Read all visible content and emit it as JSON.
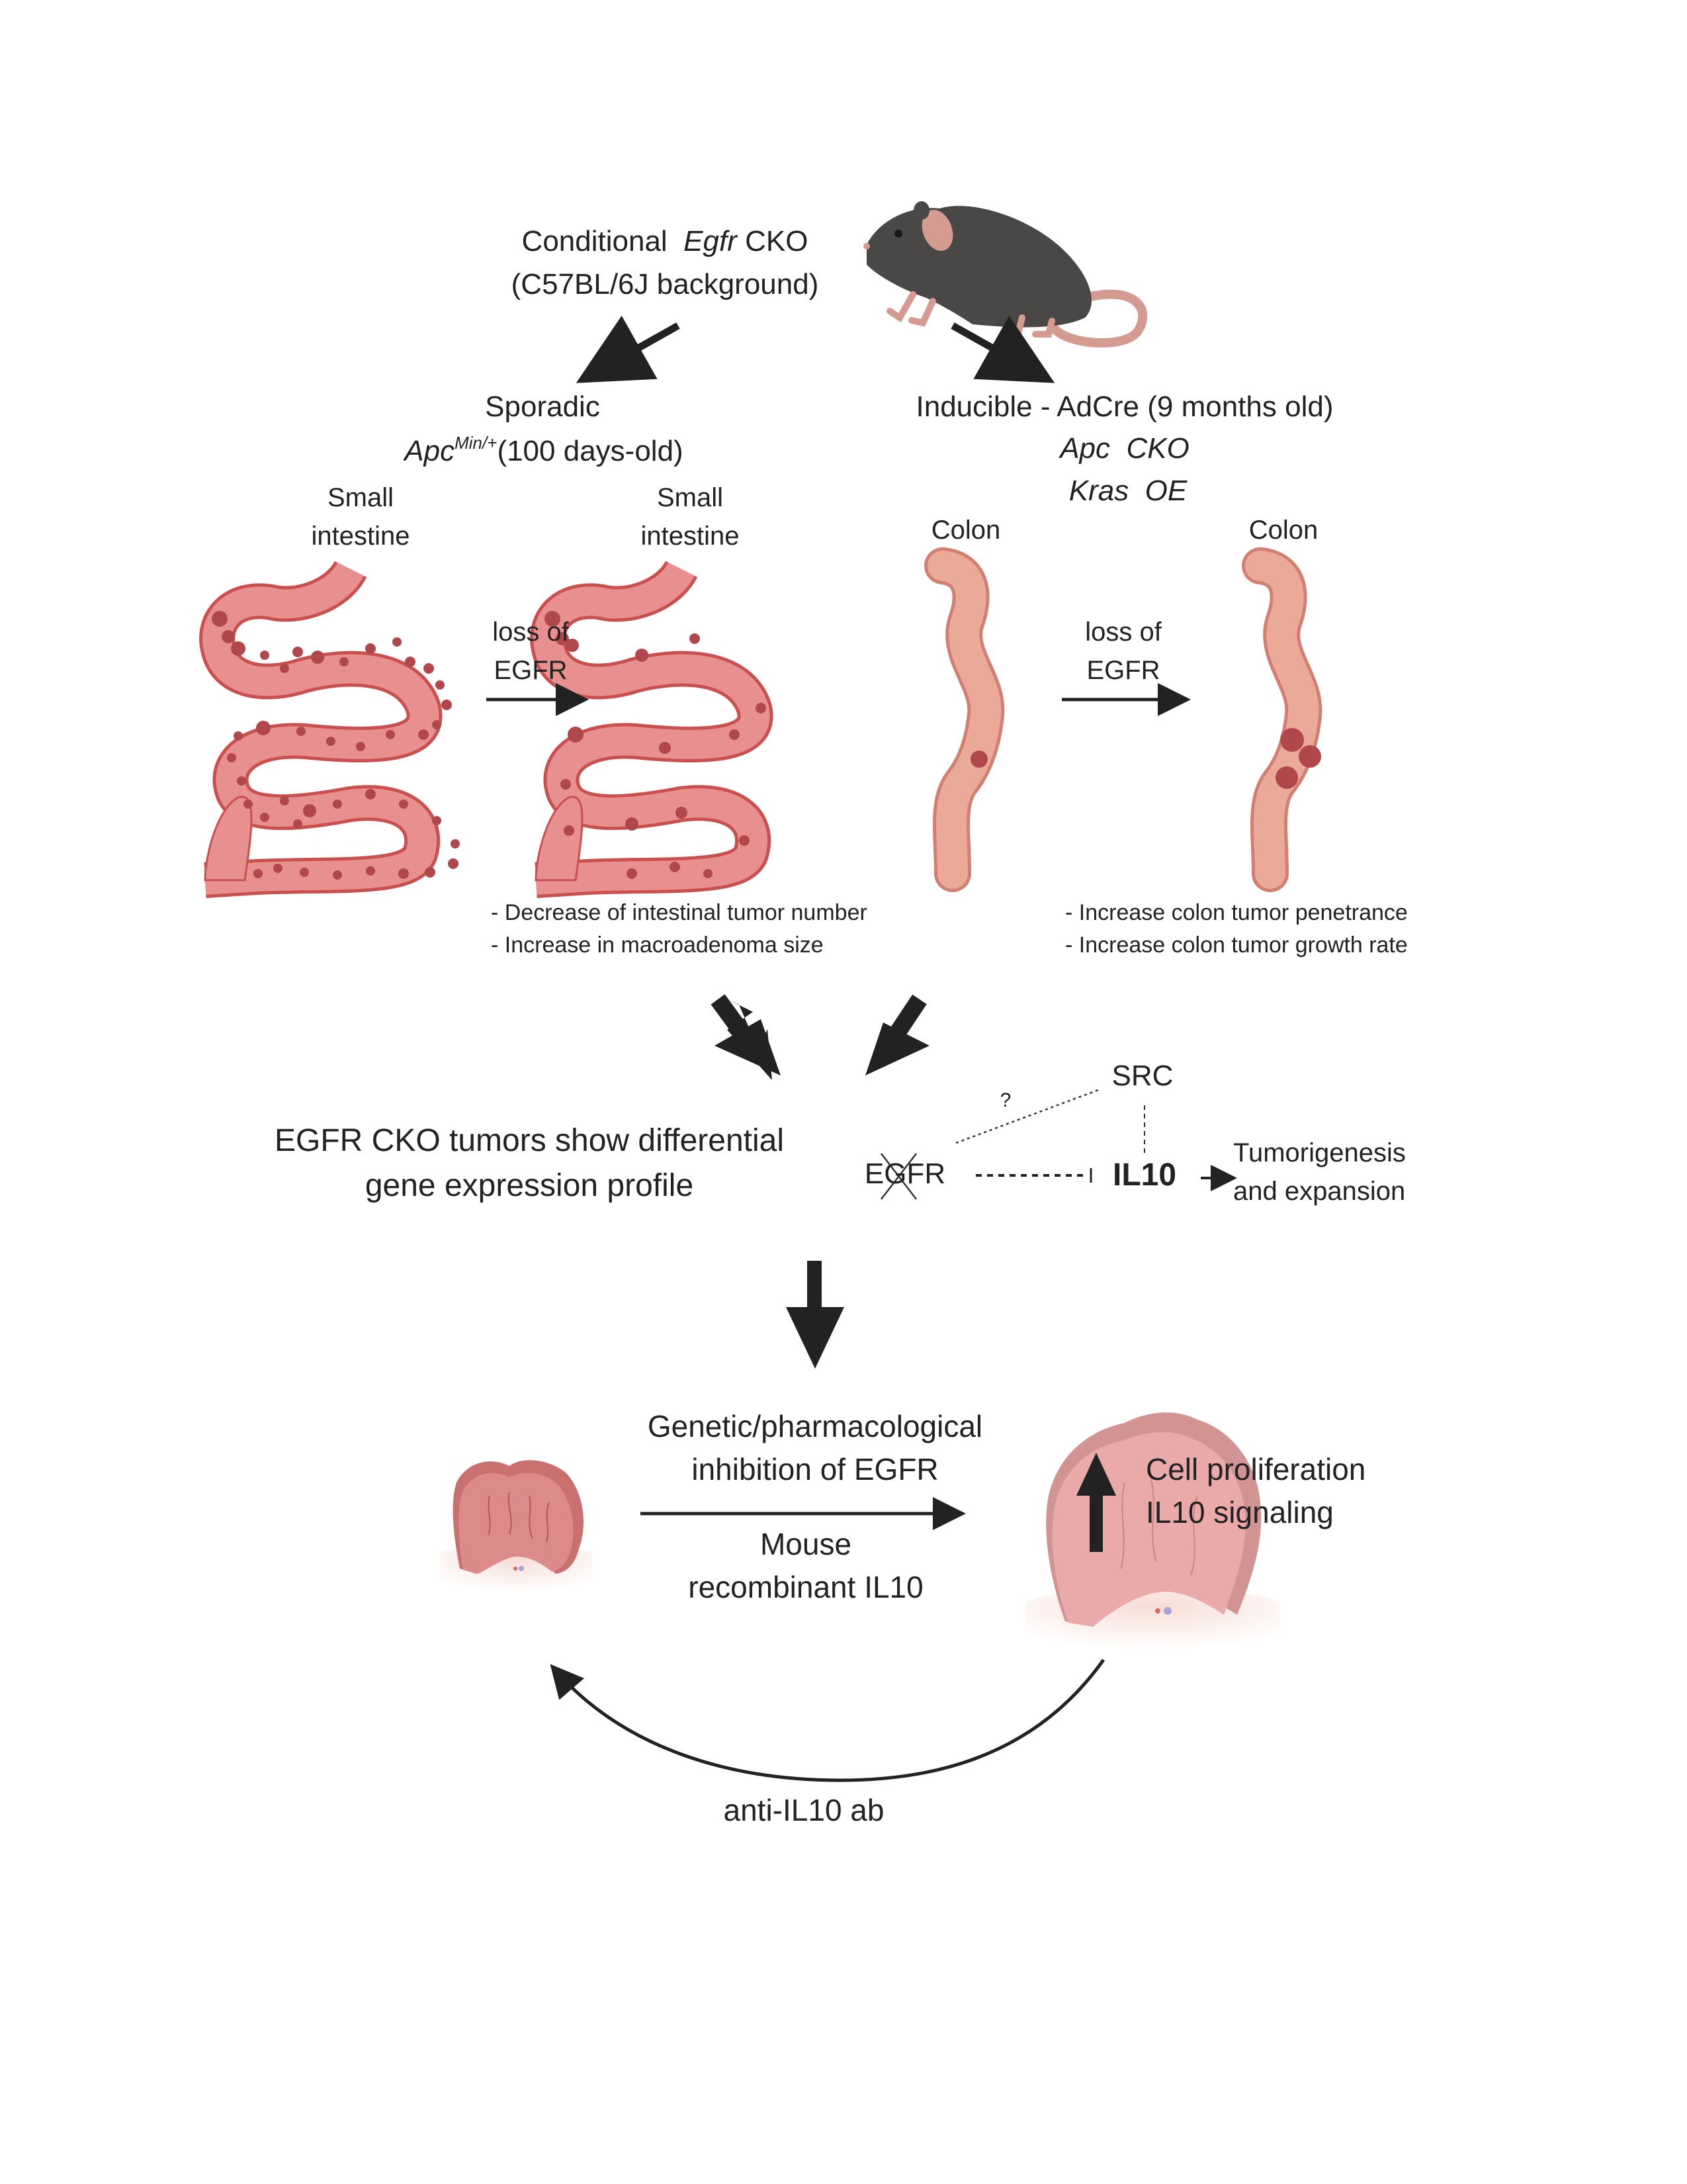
{
  "top": {
    "line1_prefix": "Conditional",
    "line1_gene": "Egfr",
    "line1_suffix": "CKO",
    "line2": "(C57BL/6J background)",
    "mouse_icon": "mouse-icon"
  },
  "left_branch": {
    "title": "Sporadic",
    "model_gene": "Apc",
    "model_sup": "Min/+",
    "model_suffix": "(100 days-old)",
    "tissue_before": [
      "Small",
      "intestine"
    ],
    "tissue_after": [
      "Small",
      "intestine"
    ],
    "transition": [
      "loss of",
      "EGFR"
    ],
    "findings": [
      "- Decrease of intestinal tumor number",
      "- Increase in macroadenoma size"
    ]
  },
  "right_branch": {
    "title": "Inducible - AdCre (9 months old)",
    "line2": "Apc  CKO",
    "line3": "Kras  OE",
    "tissue_before": "Colon",
    "tissue_after": "Colon",
    "transition": [
      "loss of",
      "EGFR"
    ],
    "findings": [
      "- Increase colon tumor penetrance",
      "- Increase colon tumor growth rate"
    ]
  },
  "middle": {
    "summary": [
      "EGFR CKO tumors show differential",
      "gene expression profile"
    ],
    "pathway": {
      "src": "SRC",
      "question": "?",
      "egfr": "EGFR",
      "il10": "IL10",
      "outcome": [
        "Tumorigenesis",
        "and expansion"
      ]
    }
  },
  "bottom": {
    "treatment_top": [
      "Genetic/pharmacological",
      "inhibition of EGFR"
    ],
    "treatment_bottom": [
      "Mouse",
      "recombinant IL10"
    ],
    "effect": [
      "Cell proliferation",
      "IL10 signaling"
    ],
    "reverse": "anti-IL10 ab"
  },
  "colors": {
    "text": "#222222",
    "arrow": "#222222",
    "intestine_fill": "#e8908f",
    "intestine_stroke": "#c9504f",
    "tumor_spot": "#b0484b",
    "colon_fill": "#eba99a",
    "colon_stroke": "#d27e70",
    "mouse_body": "#4a4747",
    "mouse_pink": "#d59a90",
    "tumor_small": "#dd8b8a",
    "tumor_large": "#e9aaa9",
    "tissue_base": "#f6ddd6"
  }
}
